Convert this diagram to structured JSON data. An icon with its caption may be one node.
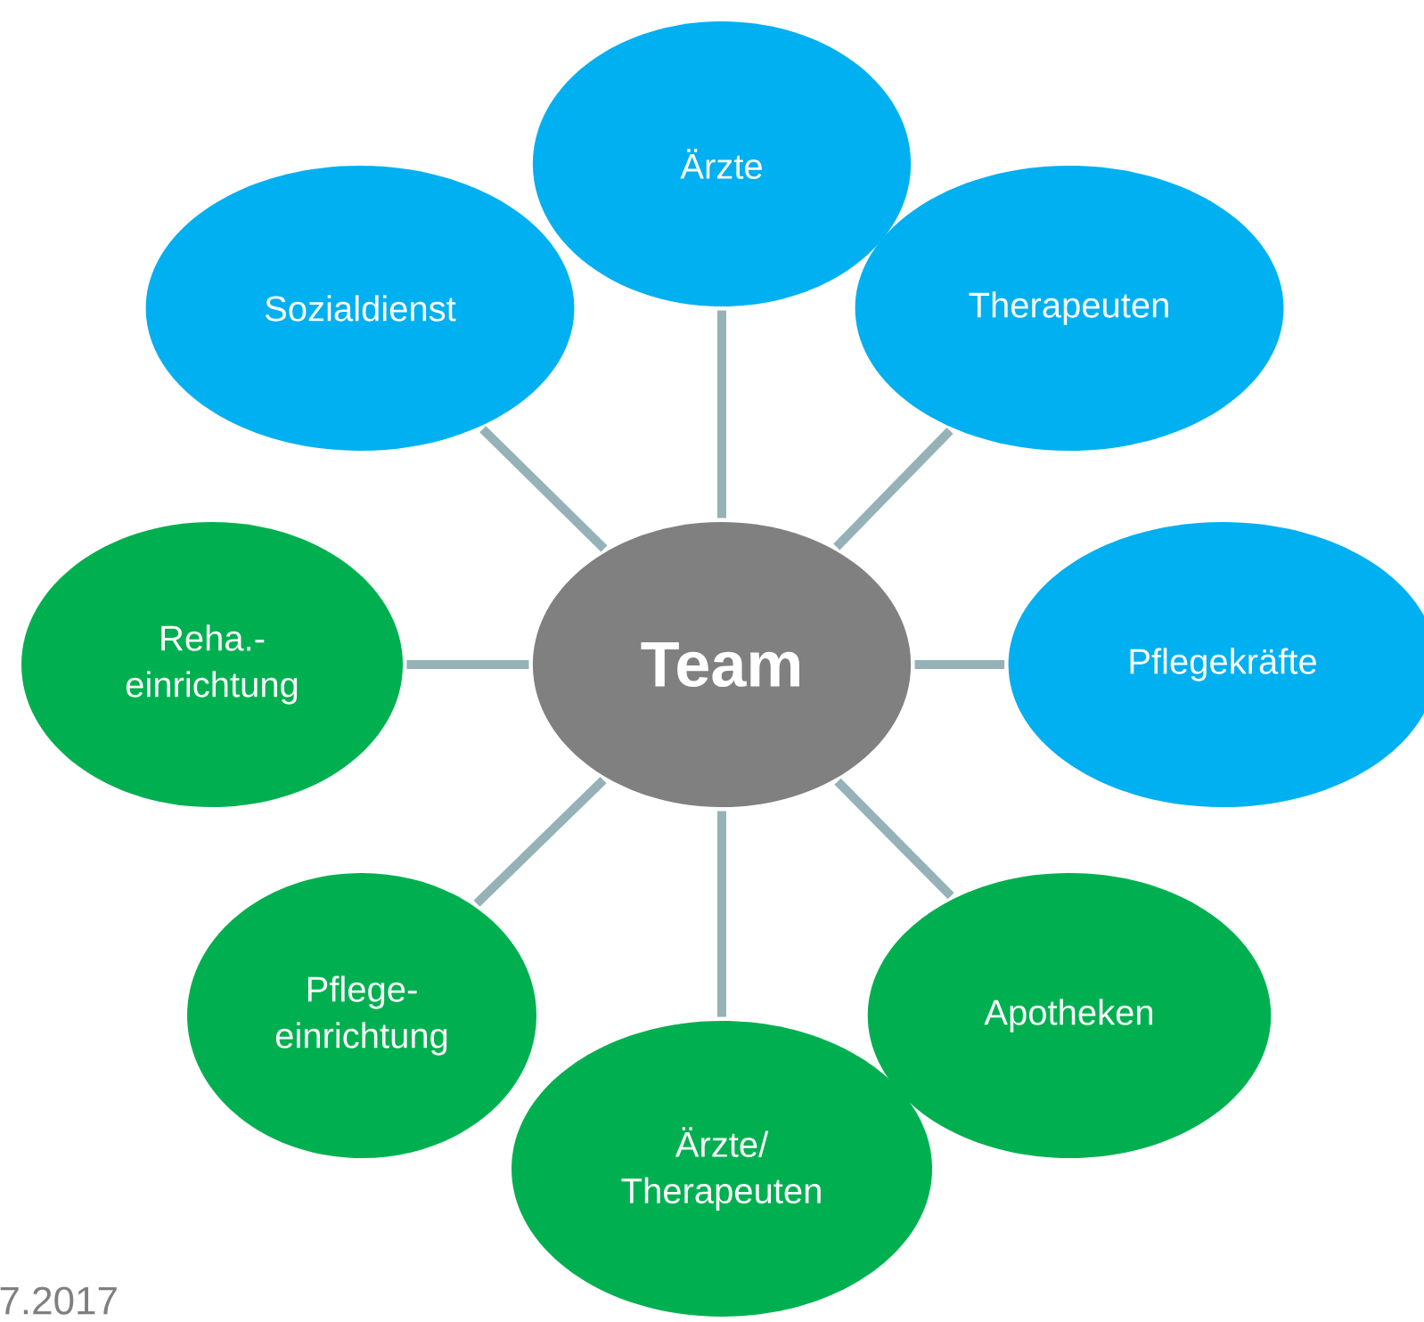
{
  "diagram": {
    "nodes": [
      {
        "text": [
          "Team"
        ]
      },
      {
        "text": [
          "Ärzte"
        ]
      },
      {
        "text": [
          "Therapeuten"
        ]
      },
      {
        "text": [
          "Pflegekräfte"
        ]
      },
      {
        "text": [
          "Apotheken"
        ]
      },
      {
        "text": [
          "Ärzte/ Therapeuten"
        ]
      },
      {
        "text": [
          "Pflege- einrichtung"
        ]
      },
      {
        "text": [
          "Reha.- einrichtung"
        ]
      },
      {
        "text": [
          "Sozialdienst"
        ]
      }
    ],
    "edges": [
      {
        "from": 0,
        "to": 1,
        "arrow": "none"
      },
      {
        "from": 0,
        "to": 2,
        "arrow": "none"
      },
      {
        "from": 0,
        "to": 3,
        "arrow": "none"
      },
      {
        "from": 0,
        "to": 4,
        "arrow": "none"
      },
      {
        "from": 0,
        "to": 5,
        "arrow": "none"
      },
      {
        "from": 0,
        "to": 6,
        "arrow": "none"
      },
      {
        "from": 0,
        "to": 7,
        "arrow": "none"
      },
      {
        "from": 0,
        "to": 8,
        "arrow": "none"
      }
    ],
    "labels": [
      "7.2017"
    ]
  }
}
